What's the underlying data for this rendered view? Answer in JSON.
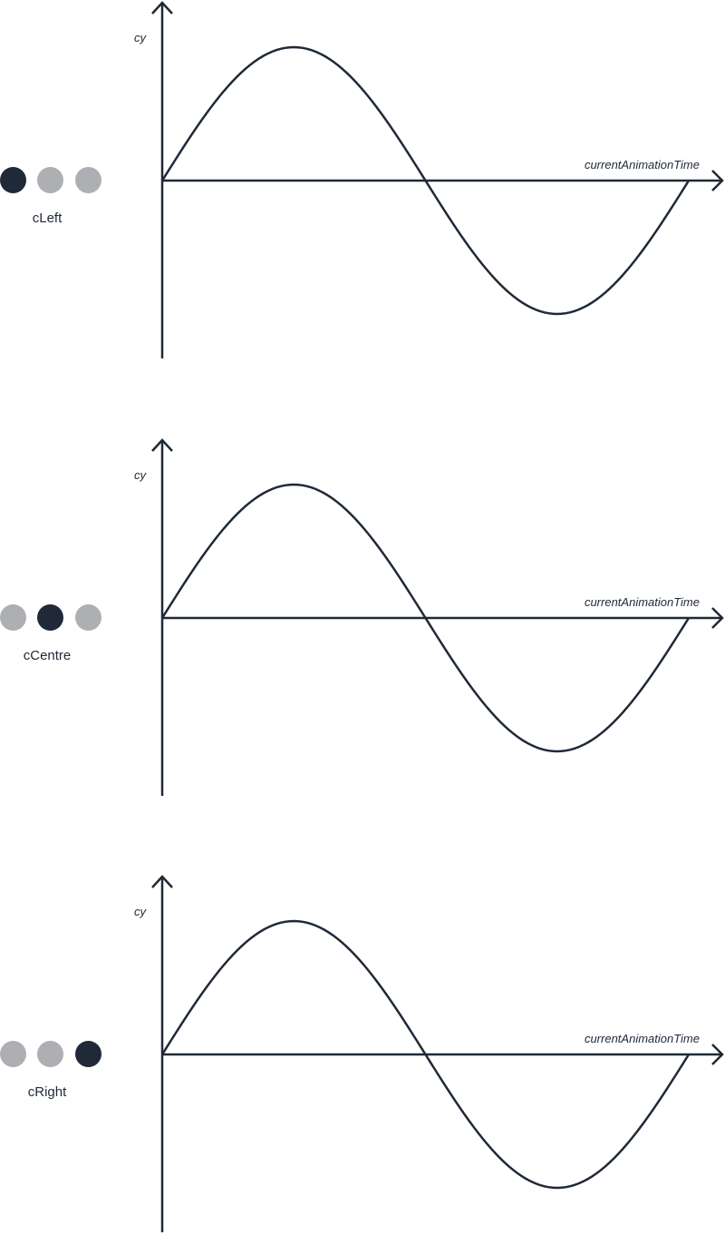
{
  "colors": {
    "stroke": "#1f2937",
    "dot_active": "#1f2937",
    "dot_inactive": "#adafb3"
  },
  "panels": [
    {
      "case_label": "cLeft",
      "active_dot": 0,
      "y_axis_label": "cy",
      "x_axis_label": "currentAnimationTime"
    },
    {
      "case_label": "cCentre",
      "active_dot": 1,
      "y_axis_label": "cy",
      "x_axis_label": "currentAnimationTime"
    },
    {
      "case_label": "cRight",
      "active_dot": 2,
      "y_axis_label": "cy",
      "x_axis_label": "currentAnimationTime"
    }
  ]
}
